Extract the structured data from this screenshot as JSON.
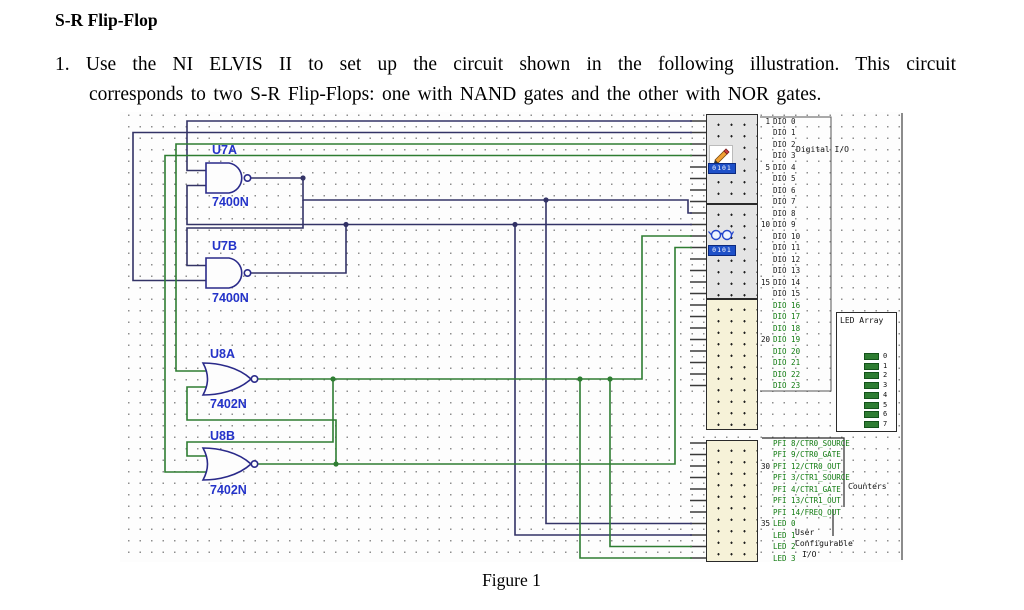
{
  "page": {
    "title": "S-R Flip-Flop",
    "instruction_line1": "1. Use the NI ELVIS II to set up the circuit shown in the following illustration. This circuit",
    "instruction_line2": "corresponds to two S-R Flip-Flops: one with NAND gates and the other with NOR gates.",
    "figure_caption": "Figure 1"
  },
  "colors": {
    "wire_navy": "#333366",
    "wire_green": "#2e7d32",
    "gate_blue": "#2433c9",
    "text_green": "#0f7a0f",
    "text_black": "#1a1a1a",
    "led_green": "#2e7d32"
  },
  "gates": [
    {
      "id": "U7A",
      "part": "7400N",
      "type": "nand"
    },
    {
      "id": "U7B",
      "part": "7400N",
      "type": "nand"
    },
    {
      "id": "U8A",
      "part": "7402N",
      "type": "nor"
    },
    {
      "id": "U8B",
      "part": "7402N",
      "type": "nor"
    }
  ],
  "connector": {
    "digital_io_label": "Digital I/O",
    "counters_label": "Counters",
    "user_io_lines": [
      "User",
      "Configurable",
      "I/O"
    ],
    "badge": "0101",
    "write_icon": "pencil",
    "read_icon": "glasses",
    "dio_rows": [
      {
        "pin": "1",
        "label": "DIO 0",
        "green": false
      },
      {
        "pin": "",
        "label": "DIO 1",
        "green": false
      },
      {
        "pin": "",
        "label": "DIO 2",
        "green": false
      },
      {
        "pin": "",
        "label": "DIO 3",
        "green": false
      },
      {
        "pin": "5",
        "label": "DIO 4",
        "green": false
      },
      {
        "pin": "",
        "label": "DIO 5",
        "green": false
      },
      {
        "pin": "",
        "label": "DIO 6",
        "green": false
      },
      {
        "pin": "",
        "label": "DIO 7",
        "green": false
      },
      {
        "pin": "",
        "label": "DIO 8",
        "green": false
      },
      {
        "pin": "10",
        "label": "DIO 9",
        "green": false
      },
      {
        "pin": "",
        "label": "DIO 10",
        "green": false
      },
      {
        "pin": "",
        "label": "DIO 11",
        "green": false
      },
      {
        "pin": "",
        "label": "DIO 12",
        "green": false
      },
      {
        "pin": "",
        "label": "DIO 13",
        "green": false
      },
      {
        "pin": "15",
        "label": "DIO 14",
        "green": false
      },
      {
        "pin": "",
        "label": "DIO 15",
        "green": false
      },
      {
        "pin": "",
        "label": "DIO 16",
        "green": true
      },
      {
        "pin": "",
        "label": "DIO 17",
        "green": true
      },
      {
        "pin": "",
        "label": "DIO 18",
        "green": true
      },
      {
        "pin": "20",
        "label": "DIO 19",
        "green": true
      },
      {
        "pin": "",
        "label": "DIO 20",
        "green": true
      },
      {
        "pin": "",
        "label": "DIO 21",
        "green": true
      },
      {
        "pin": "",
        "label": "DIO 22",
        "green": true
      },
      {
        "pin": "",
        "label": "DIO 23",
        "green": true
      }
    ],
    "pfi_rows": [
      {
        "pin": "",
        "label": "PFI 8/CTR0_SOURCE",
        "green": true
      },
      {
        "pin": "",
        "label": "PFI 9/CTR0_GATE",
        "green": true
      },
      {
        "pin": "30",
        "label": "PFI 12/CTR0_OUT",
        "green": true
      },
      {
        "pin": "",
        "label": "PFI 3/CTR1_SOURCE",
        "green": true
      },
      {
        "pin": "",
        "label": "PFI 4/CTR1_GATE",
        "green": true
      },
      {
        "pin": "",
        "label": "PFI 13/CTR1_OUT",
        "green": true
      },
      {
        "pin": "",
        "label": "PFI 14/FREQ_OUT",
        "green": true
      }
    ],
    "led_rows": [
      {
        "pin": "35",
        "label": "LED 0",
        "green": true
      },
      {
        "pin": "",
        "label": "LED 1",
        "green": true
      },
      {
        "pin": "",
        "label": "LED 2",
        "green": true
      },
      {
        "pin": "",
        "label": "LED 3",
        "green": true
      }
    ]
  },
  "led_array": {
    "label": "LED Array",
    "indices": [
      "0",
      "1",
      "2",
      "3",
      "4",
      "5",
      "6",
      "7"
    ]
  }
}
